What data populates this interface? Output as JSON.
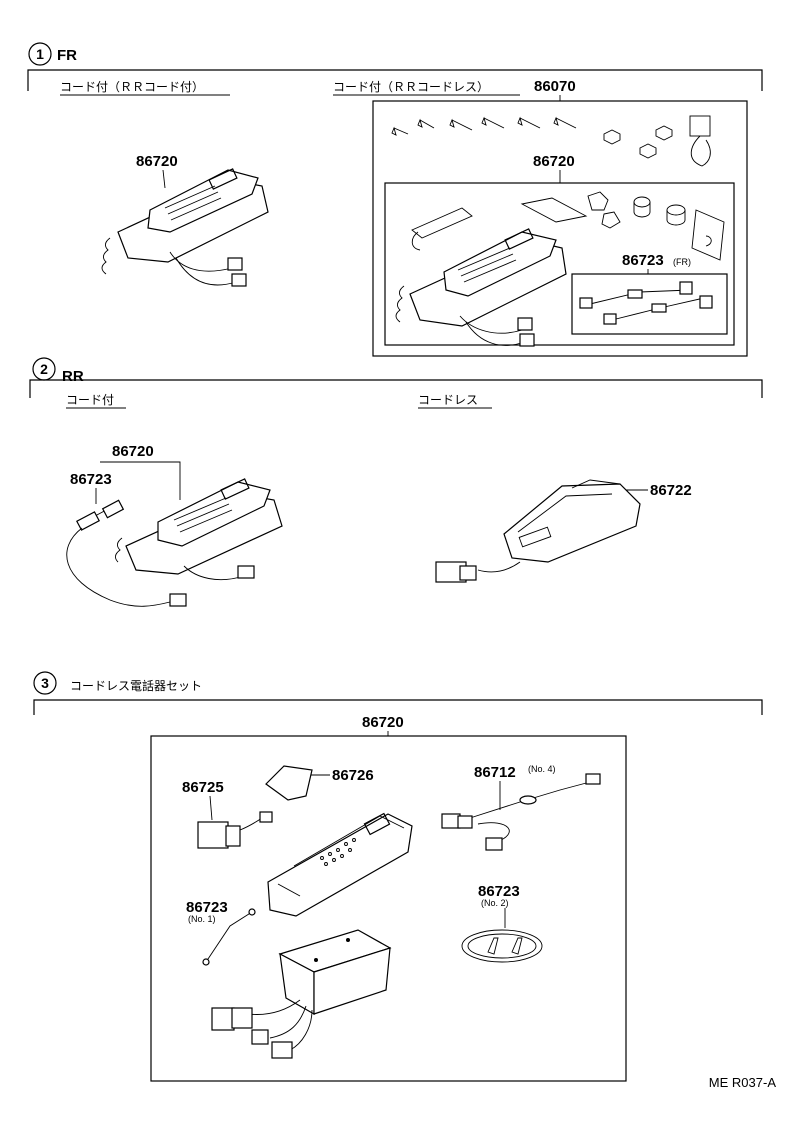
{
  "sections": [
    {
      "number": "1",
      "label": "FR",
      "variants": [
        "コード付（ＲＲコード付）",
        "コード付（ＲＲコードレス）"
      ]
    },
    {
      "number": "2",
      "label": "RR",
      "variants": [
        "コード付",
        "コードレス"
      ]
    },
    {
      "number": "3",
      "label": "コードレス電話器セット"
    }
  ],
  "parts": {
    "s1_left_phone": "86720",
    "s1_kit": "86070",
    "s1_kit_phone": "86720",
    "s1_kit_harness": "86723",
    "s1_kit_harness_note": "(FR)",
    "s2_phone": "86720",
    "s2_cord": "86723",
    "s2_cradle": "86722",
    "s3_set": "86720",
    "s3_adapter": "86725",
    "s3_pad": "86726",
    "s3_harness_no4": "86712",
    "s3_harness_no4_note": "(No. 4)",
    "s3_cord_no1": "86723",
    "s3_cord_no1_note": "(No. 1)",
    "s3_cord_no2": "86723",
    "s3_cord_no2_note": "(No. 2)"
  },
  "drawing_code": "ME R037-A"
}
